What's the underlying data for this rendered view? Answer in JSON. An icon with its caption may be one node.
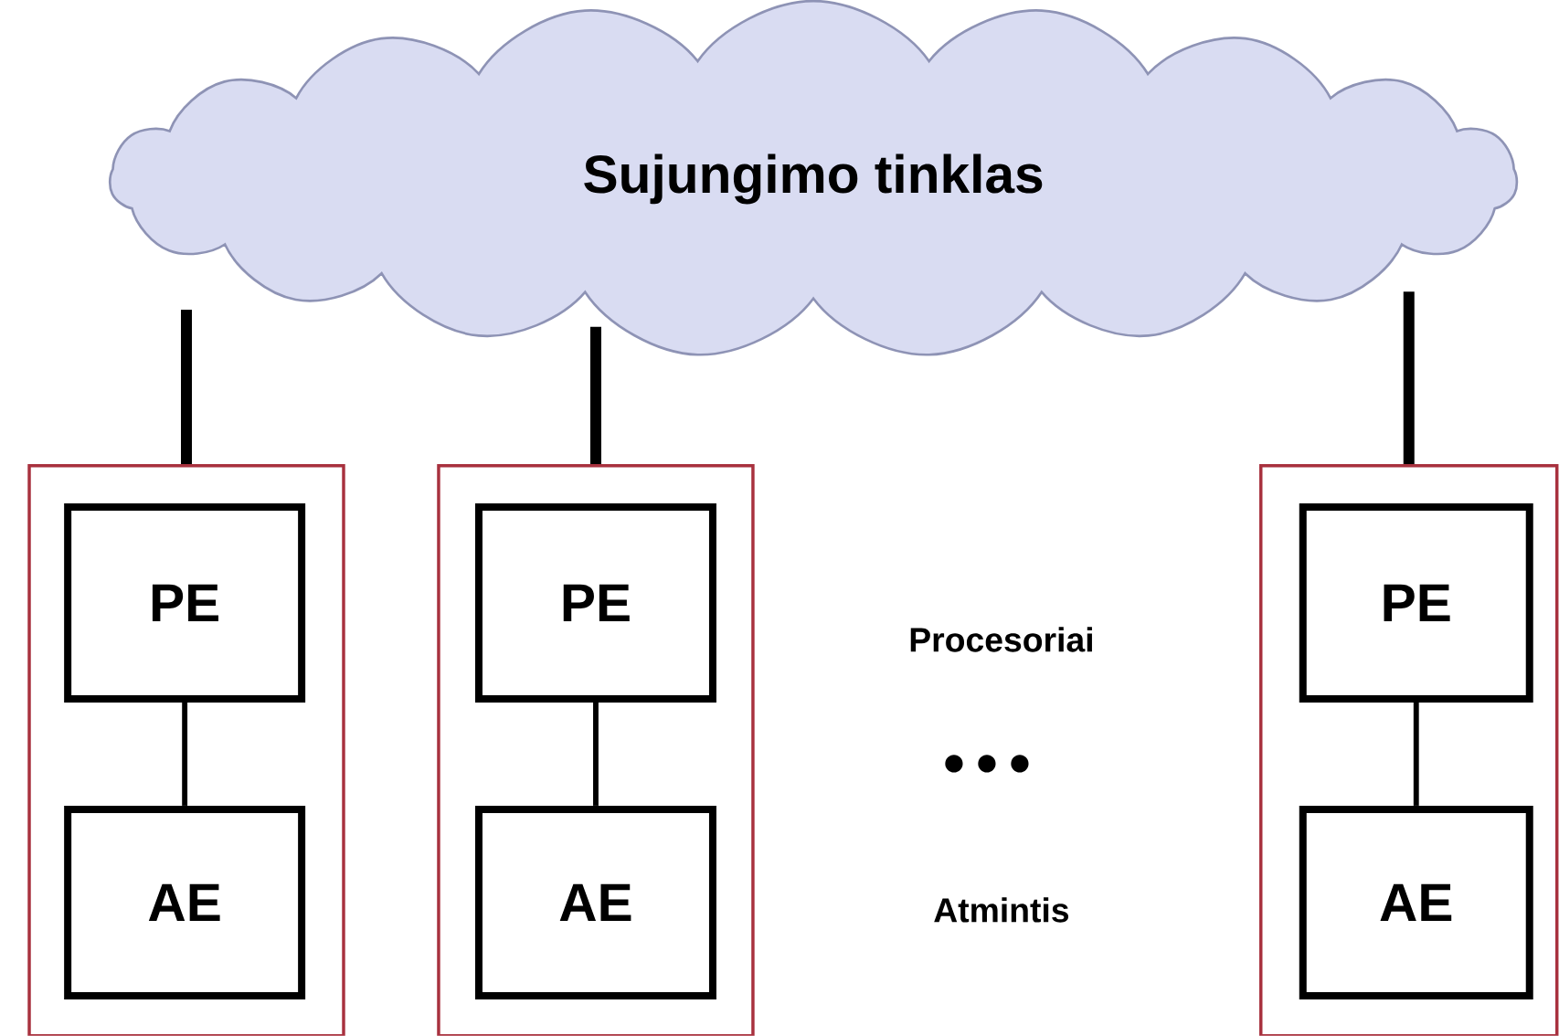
{
  "diagram": {
    "nodes": [
      {
        "text": [
          "Sujungimo tinklas"
        ]
      },
      {
        "text": [],
        "shape": "box"
      },
      {
        "text": [
          "PE"
        ],
        "in": 1
      },
      {
        "text": [
          "AE"
        ],
        "in": 1
      },
      {
        "text": [],
        "shape": "box"
      },
      {
        "text": [
          "PE"
        ],
        "in": 4
      },
      {
        "text": [
          "AE"
        ],
        "in": 4
      },
      {
        "text": [],
        "shape": "box"
      },
      {
        "text": [
          "PE"
        ],
        "in": 7
      },
      {
        "text": [
          "AE"
        ],
        "in": 7
      }
    ],
    "edges": [
      {
        "from": 0,
        "to": 1,
        "arrow": "none",
        "style": "thick"
      },
      {
        "from": 0,
        "to": 4,
        "arrow": "none",
        "style": "thick"
      },
      {
        "from": 0,
        "to": 7,
        "arrow": "none",
        "style": "thick"
      },
      {
        "from": 2,
        "to": 3,
        "arrow": "none"
      },
      {
        "from": 5,
        "to": 6,
        "arrow": "none"
      },
      {
        "from": 8,
        "to": 9,
        "arrow": "none"
      }
    ],
    "labels": [
      "Procesoriai",
      "Atmintis"
    ]
  }
}
